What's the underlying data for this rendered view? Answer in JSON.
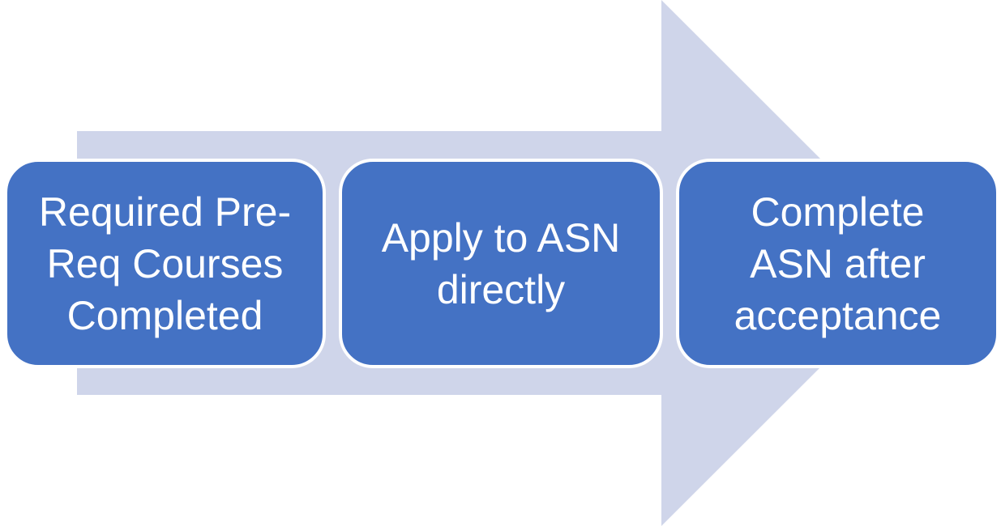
{
  "colors": {
    "arrow_fill": "#CFD5EA",
    "box_fill": "#4472C4",
    "box_border": "#FFFFFF",
    "text": "#FFFFFF"
  },
  "steps": [
    {
      "label": "Required Pre-Req Courses Completed"
    },
    {
      "label": "Apply to ASN directly"
    },
    {
      "label": "Complete ASN after acceptance"
    }
  ]
}
